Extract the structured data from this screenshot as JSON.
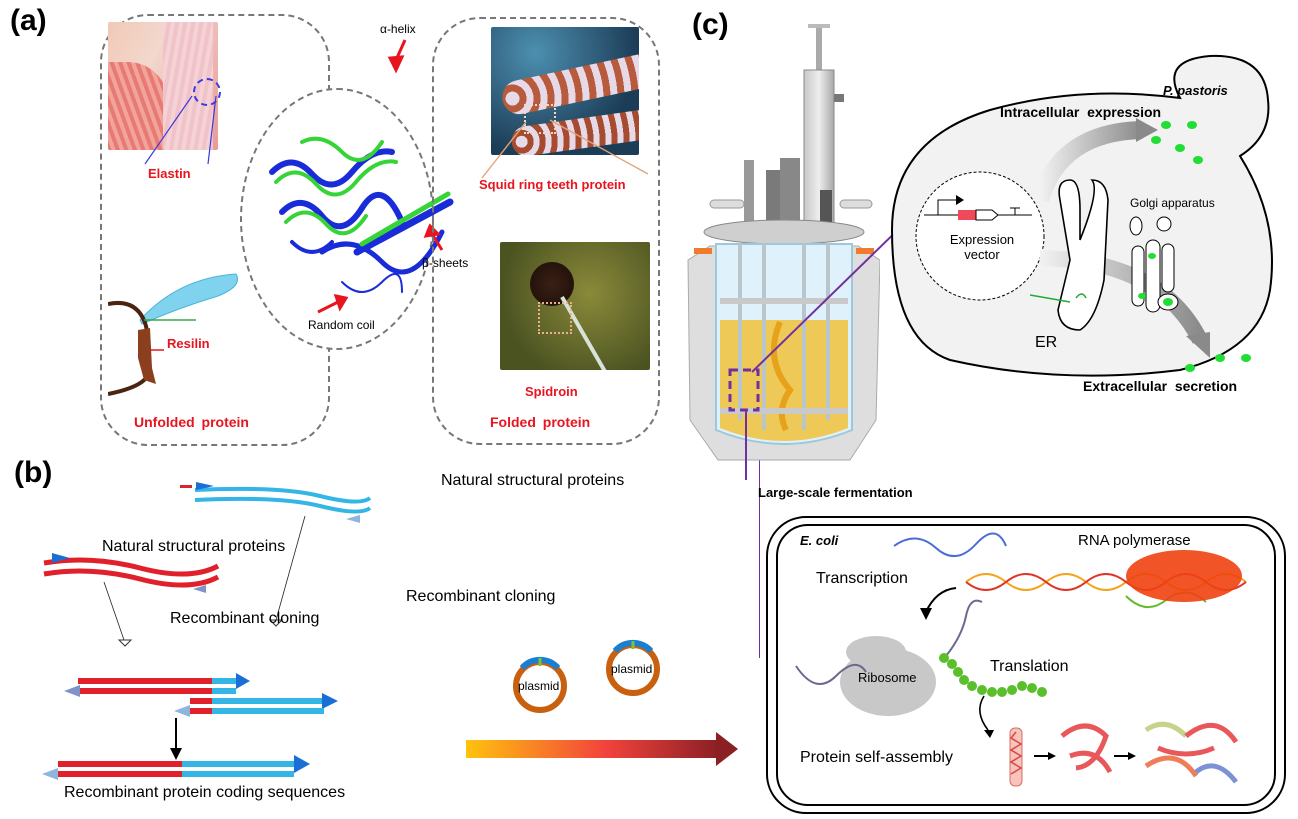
{
  "panels": {
    "a": {
      "label": "(a)",
      "unfolded": {
        "title": "Unfolded protein",
        "items": [
          "Elastin",
          "Resilin"
        ]
      },
      "structure": {
        "annotations": [
          "α-helix",
          "β-sheets",
          "Random coil"
        ]
      },
      "folded": {
        "title": "Folded protein",
        "items": [
          "Squid ring teeth protein",
          "Spidroin"
        ]
      }
    },
    "b": {
      "label": "(b)",
      "source_blue": "Natural structural proteins",
      "source_red": "Natural structural proteins",
      "cloning_left": "Recombinant cloning",
      "cloning_right": "Recombinant cloning",
      "result": "Recombinant protein coding sequences",
      "plasmids": [
        "plasmid",
        "plasmid"
      ]
    },
    "c": {
      "label": "(c)",
      "fermentation": "Large-scale fermentation",
      "yeast": {
        "organism": "P. pastoris",
        "intracellular": "Intracellular  expression",
        "vector": "Expression vector",
        "golgi": "Golgi apparatus",
        "er": "ER",
        "extracellular": "Extracellular  secretion"
      },
      "ecoli": {
        "organism": "E. coli",
        "rna_polymerase": "RNA polymerase",
        "transcription": "Transcription",
        "ribosome": "Ribosome",
        "translation": "Translation",
        "assembly": "Protein self-assembly"
      }
    }
  },
  "colors": {
    "red_label": "#e8141e",
    "dna_red": "#e0202a",
    "dna_blue": "#33b5e5",
    "plasmid_ring": "#c8600f",
    "connector": "#7030a0",
    "gfp_green": "#22dd33",
    "broth": "#f2c23a"
  }
}
